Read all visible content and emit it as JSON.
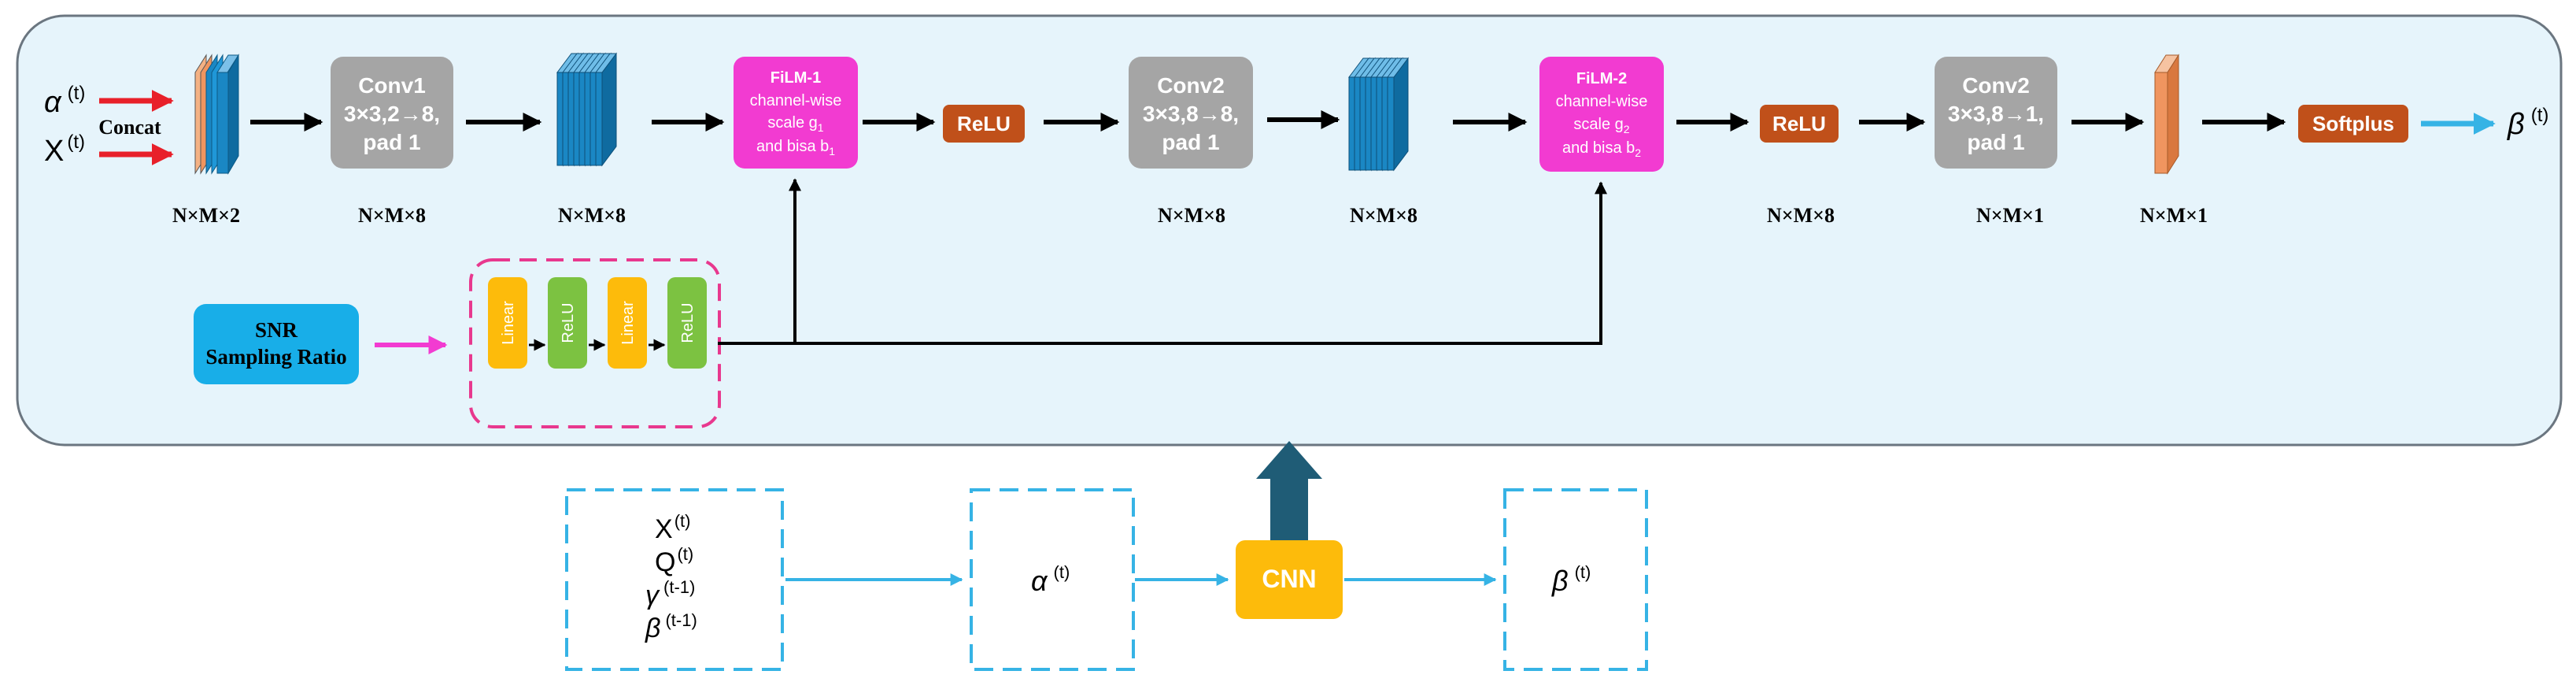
{
  "inputs": {
    "alpha_symbol": "α",
    "alpha_sup": "(t)",
    "x_symbol": "X",
    "x_sup": "(t)",
    "concat_label": "Concat"
  },
  "blocks": {
    "conv1": {
      "line1": "Conv1",
      "line2": "3×3,2→8,",
      "line3": "pad 1"
    },
    "film1": {
      "line1": "FiLM-1",
      "line2": "channel-wise",
      "line3": "scale g",
      "line3_sub": "1",
      "line4": "and bisa b",
      "line4_sub": "1"
    },
    "relu1": "ReLU",
    "conv2a": {
      "line1": "Conv2",
      "line2": "3×3,8→8,",
      "line3": "pad 1"
    },
    "film2": {
      "line1": "FiLM-2",
      "line2": "channel-wise",
      "line3": "scale g",
      "line3_sub": "2",
      "line4": "and bisa b",
      "line4_sub": "2"
    },
    "relu2": "ReLU",
    "conv2b": {
      "line1": "Conv2",
      "line2": "3×3,8→1,",
      "line3": "pad 1"
    },
    "softplus": "Softplus"
  },
  "output": {
    "beta_symbol": "β",
    "beta_sup": "(t)"
  },
  "dims": {
    "d1": "N×M×2",
    "d2": "N×M×8",
    "d3": "N×M×8",
    "d4": "N×M×8",
    "d5": "N×M×8",
    "d6": "N×M×8",
    "d7": "N×M×1",
    "d8": "N×M×1"
  },
  "cond": {
    "snr_line1": "SNR",
    "snr_line2": "Sampling Ratio",
    "mlp": [
      "Linear",
      "ReLU",
      "Linear",
      "ReLU"
    ]
  },
  "bottom": {
    "box1": [
      {
        "sym": "X",
        "sup": "(t)"
      },
      {
        "sym": "Q",
        "sup": "(t)"
      },
      {
        "sym": "γ",
        "sup": "(t-1)"
      },
      {
        "sym": "β",
        "sup": "(t-1)"
      }
    ],
    "box2": {
      "sym": "α",
      "sup": "(t)"
    },
    "cnn": "CNN",
    "box3": {
      "sym": "β",
      "sup": "(t)"
    }
  },
  "colors": {
    "panel_fill": "#e6f4fb",
    "panel_stroke": "#6b7680",
    "conv_gray": "#a5a5a5",
    "film_magenta": "#f23bd1",
    "relu_brown": "#c0501a",
    "tensor_blue": "#1a87c4",
    "tensor_orange": "#f0955f",
    "snr_blue": "#18aee8",
    "linear_yellow": "#fdbb0b",
    "relu_green": "#7cc241",
    "arrow_red": "#e8202a",
    "arrow_cyan": "#36b3e5",
    "up_arrow": "#1f5c76",
    "cnn_yellow": "#fdbb0b"
  }
}
